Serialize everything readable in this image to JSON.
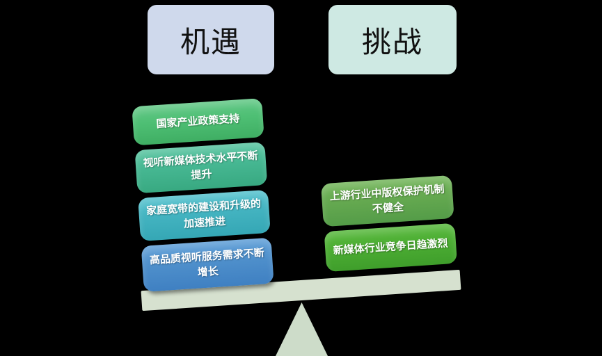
{
  "headers": {
    "left": {
      "label": "机遇",
      "bg": "#cfd9ec"
    },
    "right": {
      "label": "挑战",
      "bg": "#cee9e3"
    }
  },
  "opportunities": [
    {
      "label": "国家产业政策支持",
      "color": "#4ebf74"
    },
    {
      "label": "视听新媒体技术水平不断提升",
      "color": "#46b792"
    },
    {
      "label": "家庭宽带的建设和升级的加速推进",
      "color": "#43b3c0"
    },
    {
      "label": "高品质视听服务需求不断增长",
      "color": "#4e8fcb"
    }
  ],
  "challenges": [
    {
      "label": "上游行业中版权保护机制不健全",
      "color": "#65a950"
    },
    {
      "label": "新媒体行业竞争日趋激烈",
      "color": "#4cad33"
    }
  ],
  "seesaw": {
    "plank_color": "#d6e1cf",
    "fulcrum_color": "#cddcc9",
    "tilt_deg": -3.8,
    "tilt_direction": "left-side-down"
  },
  "colors": {
    "background": "#000000",
    "card_text": "#ffffff",
    "header_text": "#111111"
  }
}
